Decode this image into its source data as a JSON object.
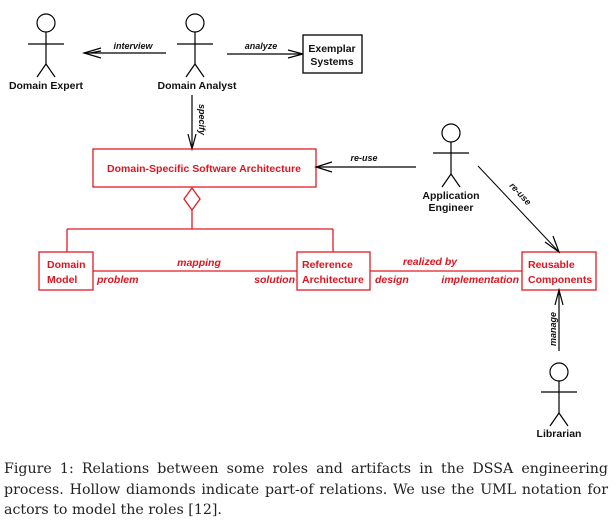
{
  "actors": {
    "domain_expert": "Domain Expert",
    "domain_analyst": "Domain Analyst",
    "application_engineer_line1": "Application",
    "application_engineer_line2": "Engineer",
    "librarian": "Librarian"
  },
  "artifacts": {
    "exemplar_line1": "Exemplar",
    "exemplar_line2": "Systems",
    "dssa": "Domain-Specific Software Architecture",
    "domain_model_line1": "Domain",
    "domain_model_line2": "Model",
    "reference_arch_line1": "Reference",
    "reference_arch_line2": "Architecture",
    "reusable_line1": "Reusable",
    "reusable_line2": "Components"
  },
  "relations": {
    "interview": "interview",
    "analyze": "analyze",
    "specify": "specify",
    "reuse_dssa": "re-use",
    "reuse_components": "re-use",
    "manage": "manage",
    "mapping": "mapping",
    "problem": "problem",
    "solution": "solution",
    "realized_by": "realized by",
    "design": "design",
    "implementation": "implementation"
  },
  "colors": {
    "artifact_red": "#e31b23",
    "actor_black": "#000000"
  },
  "caption": {
    "line1": "Figure 1:  Relations between some roles and artifacts in the DSSA engineering",
    "line2": "process. Hollow diamonds indicate part-of relations. We use the UML notation for",
    "line3": "actors to model the roles [12]."
  }
}
